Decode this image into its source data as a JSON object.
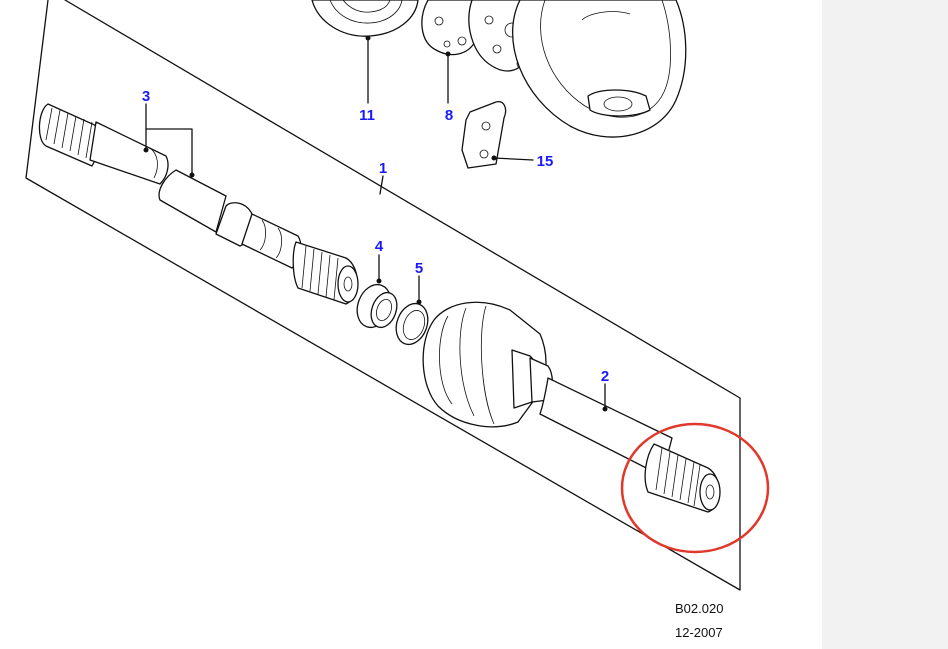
{
  "diagram": {
    "drawing_code": "B02.020",
    "date": "12-2007",
    "callouts": {
      "c1": "1",
      "c2": "2",
      "c3": "3",
      "c4": "4",
      "c5": "5",
      "c8": "8",
      "c11": "11",
      "c15": "15"
    },
    "highlight_color": "#e0392b",
    "callout_color": "#1a1aff"
  }
}
